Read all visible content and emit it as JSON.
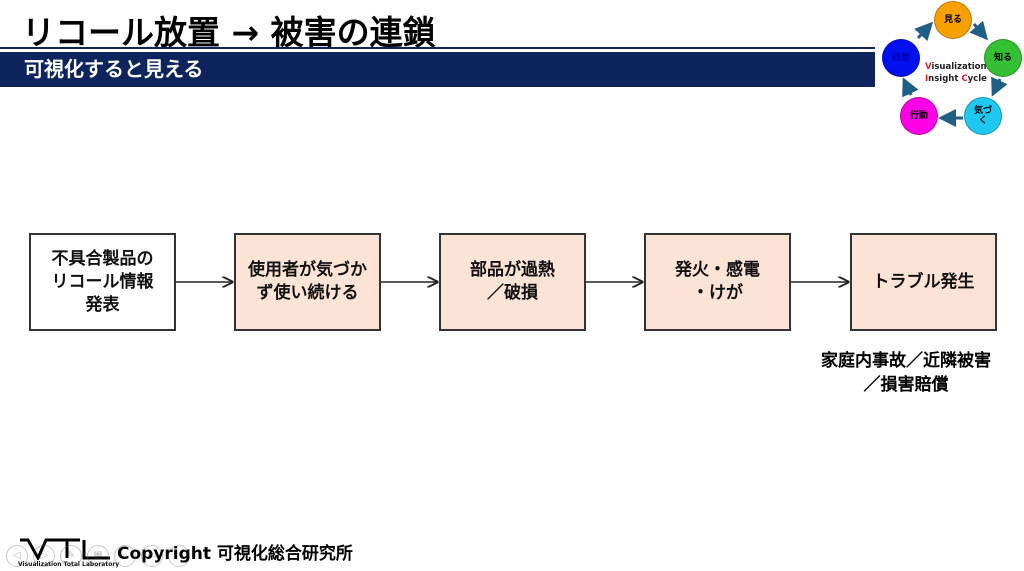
{
  "header": {
    "title": "リコール放置 → 被害の連鎖",
    "subtitle": "可視化すると見える"
  },
  "cycle": {
    "nodes": [
      {
        "key": "see",
        "label": "見る",
        "color": "#f8a000"
      },
      {
        "key": "know",
        "label": "知る",
        "color": "#33c033"
      },
      {
        "key": "notice",
        "label": "気づ\nく",
        "color": "#1ec8f0"
      },
      {
        "key": "act",
        "label": "行動",
        "color": "#ff00e6"
      },
      {
        "key": "action2",
        "label": "改善",
        "color": "#0010ee"
      }
    ],
    "caption_lines": [
      {
        "initial": "V",
        "rest": "isualization"
      },
      {
        "initial": "I",
        "rest": "nsight "
      },
      {
        "initial": "C",
        "rest": "ycle"
      }
    ],
    "arrow_color": "#1f5f86"
  },
  "flow": {
    "steps": [
      {
        "label": "不具合製品の\nリコール情報\n発表",
        "style": "first"
      },
      {
        "label": "使用者が気づか\nず使い続ける",
        "style": "peach"
      },
      {
        "label": "部品が過熱\n／破損",
        "style": "peach"
      },
      {
        "label": "発火・感電\n・けが",
        "style": "peach"
      },
      {
        "label": "トラブル発生",
        "style": "peach"
      }
    ],
    "note": "家庭内事故／近隣被害\n／損害賠償"
  },
  "footer": {
    "logo_text": "VTL",
    "logo_subtitle": "Visualization Total Laboratory",
    "copyright": "Copyright 可視化総合研究所"
  },
  "colors": {
    "banner": "#0d245c",
    "box_fill": "#fbe3d6",
    "box_border": "#333333"
  }
}
